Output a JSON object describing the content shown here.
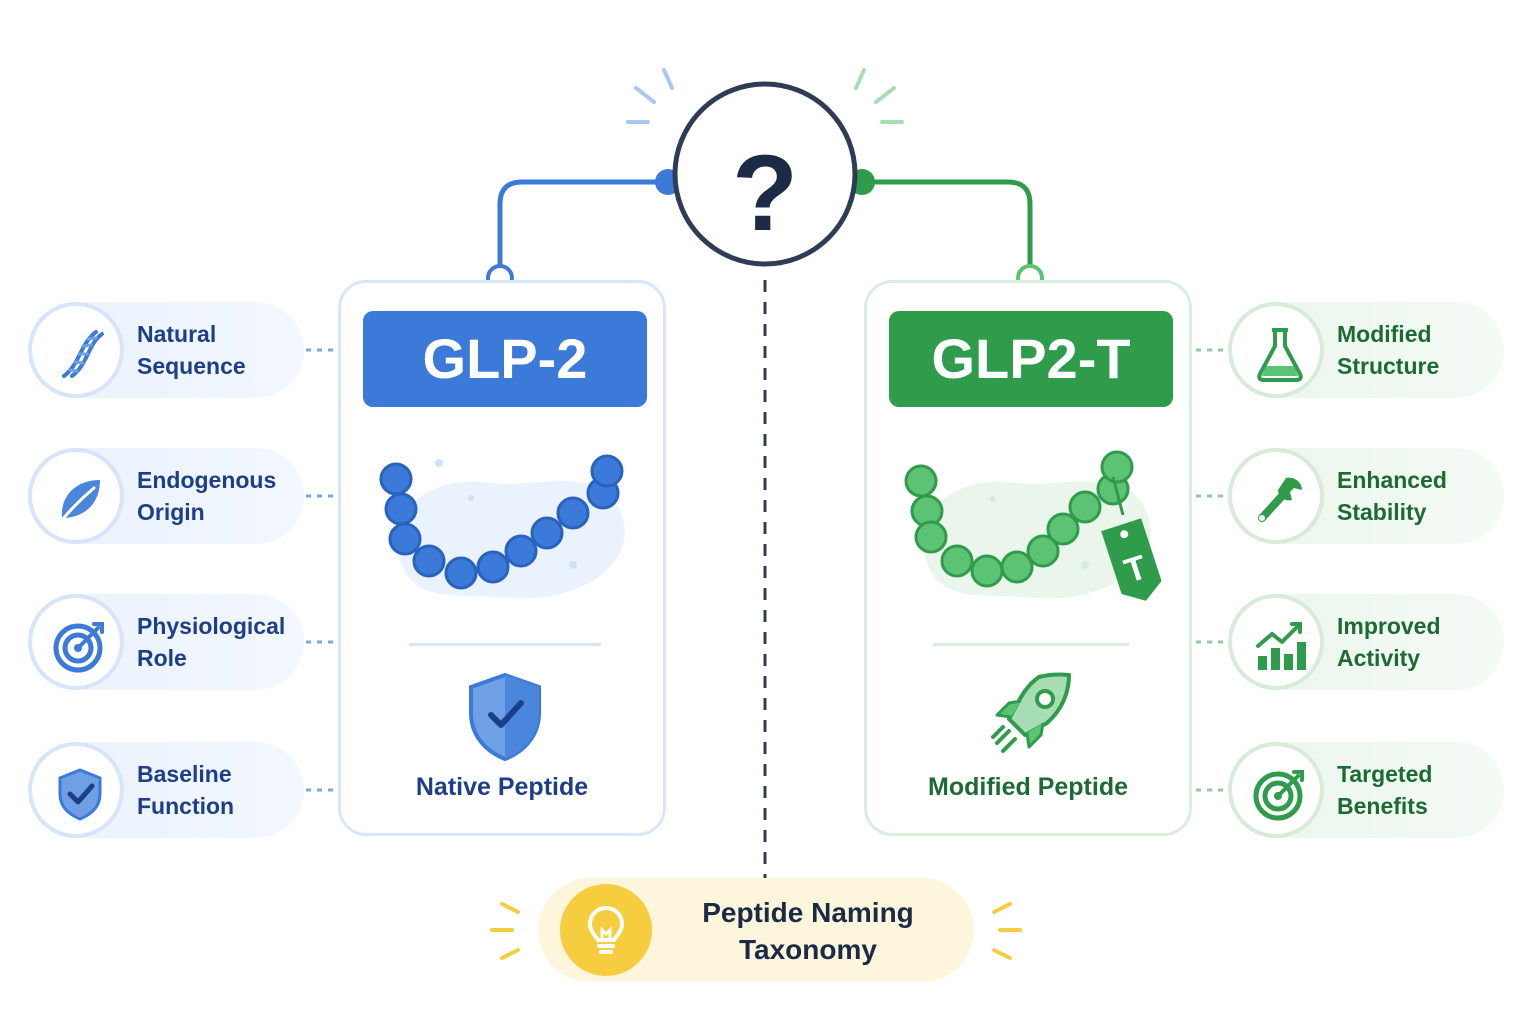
{
  "center": {
    "symbol": "?"
  },
  "left": {
    "title": "GLP-2",
    "subtitle": "Native Peptide",
    "features": [
      {
        "line1": "Natural",
        "line2": "Sequence",
        "icon": "dna-icon"
      },
      {
        "line1": "Endogenous",
        "line2": "Origin",
        "icon": "leaf-icon"
      },
      {
        "line1": "Physiological",
        "line2": "Role",
        "icon": "target-icon"
      },
      {
        "line1": "Baseline",
        "line2": "Function",
        "icon": "shield-check-icon"
      }
    ]
  },
  "right": {
    "title": "GLP2-T",
    "subtitle": "Modified Peptide",
    "tag_letter": "T",
    "features": [
      {
        "line1": "Modified",
        "line2": "Structure",
        "icon": "flask-icon"
      },
      {
        "line1": "Enhanced",
        "line2": "Stability",
        "icon": "wrench-icon"
      },
      {
        "line1": "Improved",
        "line2": "Activity",
        "icon": "bar-chart-up-icon"
      },
      {
        "line1": "Targeted",
        "line2": "Benefits",
        "icon": "target-icon"
      }
    ]
  },
  "footer": {
    "line1": "Peptide Naming",
    "line2": "Taxonomy",
    "icon": "lightbulb-icon"
  },
  "colors": {
    "blue": "#3b7ad9",
    "green": "#2f9c4b",
    "navy": "#1c2b45",
    "yellow": "#f6cd3e"
  }
}
